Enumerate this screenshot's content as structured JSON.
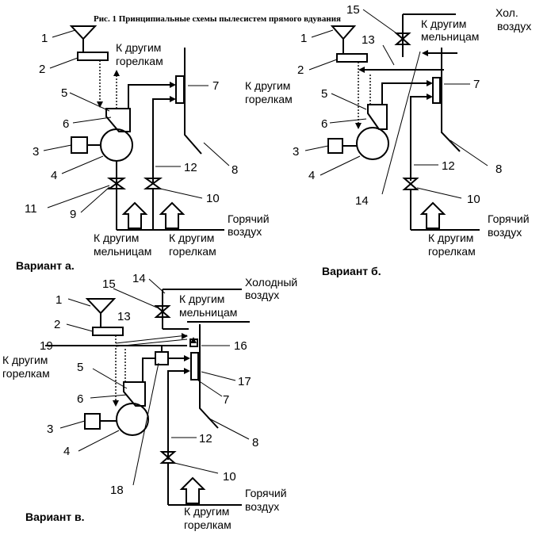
{
  "title": "Рис. 1 Принципиальные схемы пылесистем прямого вдувания",
  "texts": {
    "to_other_burners": "К другим",
    "burners": "горелкам",
    "to_other_mills": "К другим",
    "mills": "мельницам",
    "hot_air_1": "Горячий",
    "hot_air_2": "воздух",
    "cold_air_short_1": "Хол.",
    "cold_air_short_2": "воздух",
    "cold_air_1": "Холодный",
    "cold_air_2": "воздух"
  },
  "captions": {
    "a": "Вариант а.",
    "b": "Вариант б.",
    "c": "Вариант в."
  },
  "numbers": [
    "1",
    "2",
    "3",
    "4",
    "5",
    "6",
    "7",
    "8",
    "9",
    "10",
    "11",
    "12",
    "13",
    "14",
    "15",
    "16",
    "17",
    "18",
    "19"
  ]
}
